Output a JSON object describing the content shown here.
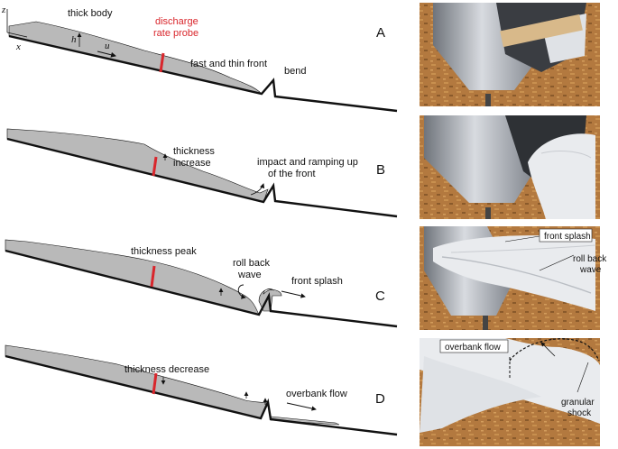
{
  "colors": {
    "flow_fill": "#b9b9b9",
    "bed_line": "#111111",
    "probe_red": "#d9262c",
    "wood": "#b3793f",
    "wood_dark": "#8a5a2b",
    "metal": "#a9adb3",
    "flow_white": "#e9ebee"
  },
  "axes": {
    "z": "z",
    "x": "x"
  },
  "panelA": {
    "letter": "A",
    "thick_body": "thick body",
    "h_label": "h",
    "u_label": "u",
    "probe_line1": "discharge",
    "probe_line2": "rate probe",
    "fast_front": "fast and thin front",
    "bend": "bend"
  },
  "panelB": {
    "letter": "B",
    "thickness_line1": "thickness",
    "thickness_line2": "increase",
    "impact_line1": "impact and ramping up",
    "impact_line2": "of the front"
  },
  "panelC": {
    "letter": "C",
    "thickness_peak": "thickness peak",
    "rollback_line1": "roll back",
    "rollback_line2": "wave",
    "front_splash": "front splash"
  },
  "panelD": {
    "letter": "D",
    "thickness_decrease": "thickness decrease",
    "overbank_flow": "overbank flow"
  },
  "photos": {
    "front_splash": "front splash",
    "rollback_line1": "roll back",
    "rollback_line2": "wave",
    "overbank_flow": "overbank flow",
    "shock_line1": "granular",
    "shock_line2": "shock"
  }
}
